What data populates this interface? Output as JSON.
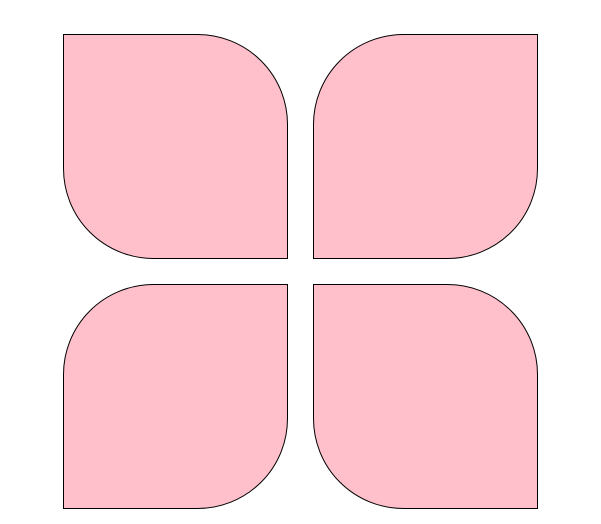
{
  "figure": {
    "fill_color": "#ffc0cb",
    "stroke_color": "#000000",
    "background_color": "#ffffff",
    "petals": [
      {
        "name": "top-left",
        "square_corner": "top-left"
      },
      {
        "name": "top-right",
        "square_corner": "top-right"
      },
      {
        "name": "bottom-left",
        "square_corner": "bottom-left"
      },
      {
        "name": "bottom-right",
        "square_corner": "bottom-right"
      }
    ]
  }
}
